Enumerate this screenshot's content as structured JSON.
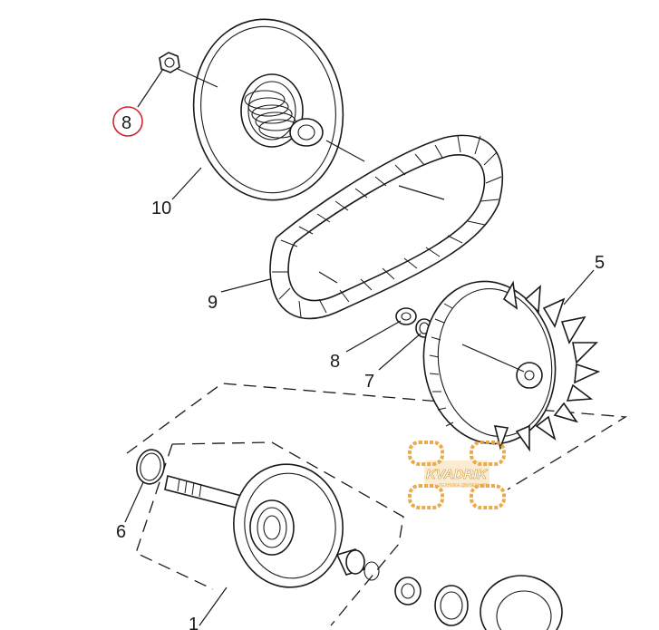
{
  "callouts": {
    "nut_top": "8",
    "driven_pulley": "10",
    "belt": "9",
    "drive_pulley": "5",
    "nut_middle": "8",
    "washer": "7",
    "circlip": "6",
    "shaft_assembly": "1"
  },
  "watermark": {
    "brand": "KVADRIK",
    "tagline": "ТЕХНИКА ДВИЖЕНИЯ",
    "color": "#e8a33b"
  },
  "highlight_color": "#d2232a"
}
